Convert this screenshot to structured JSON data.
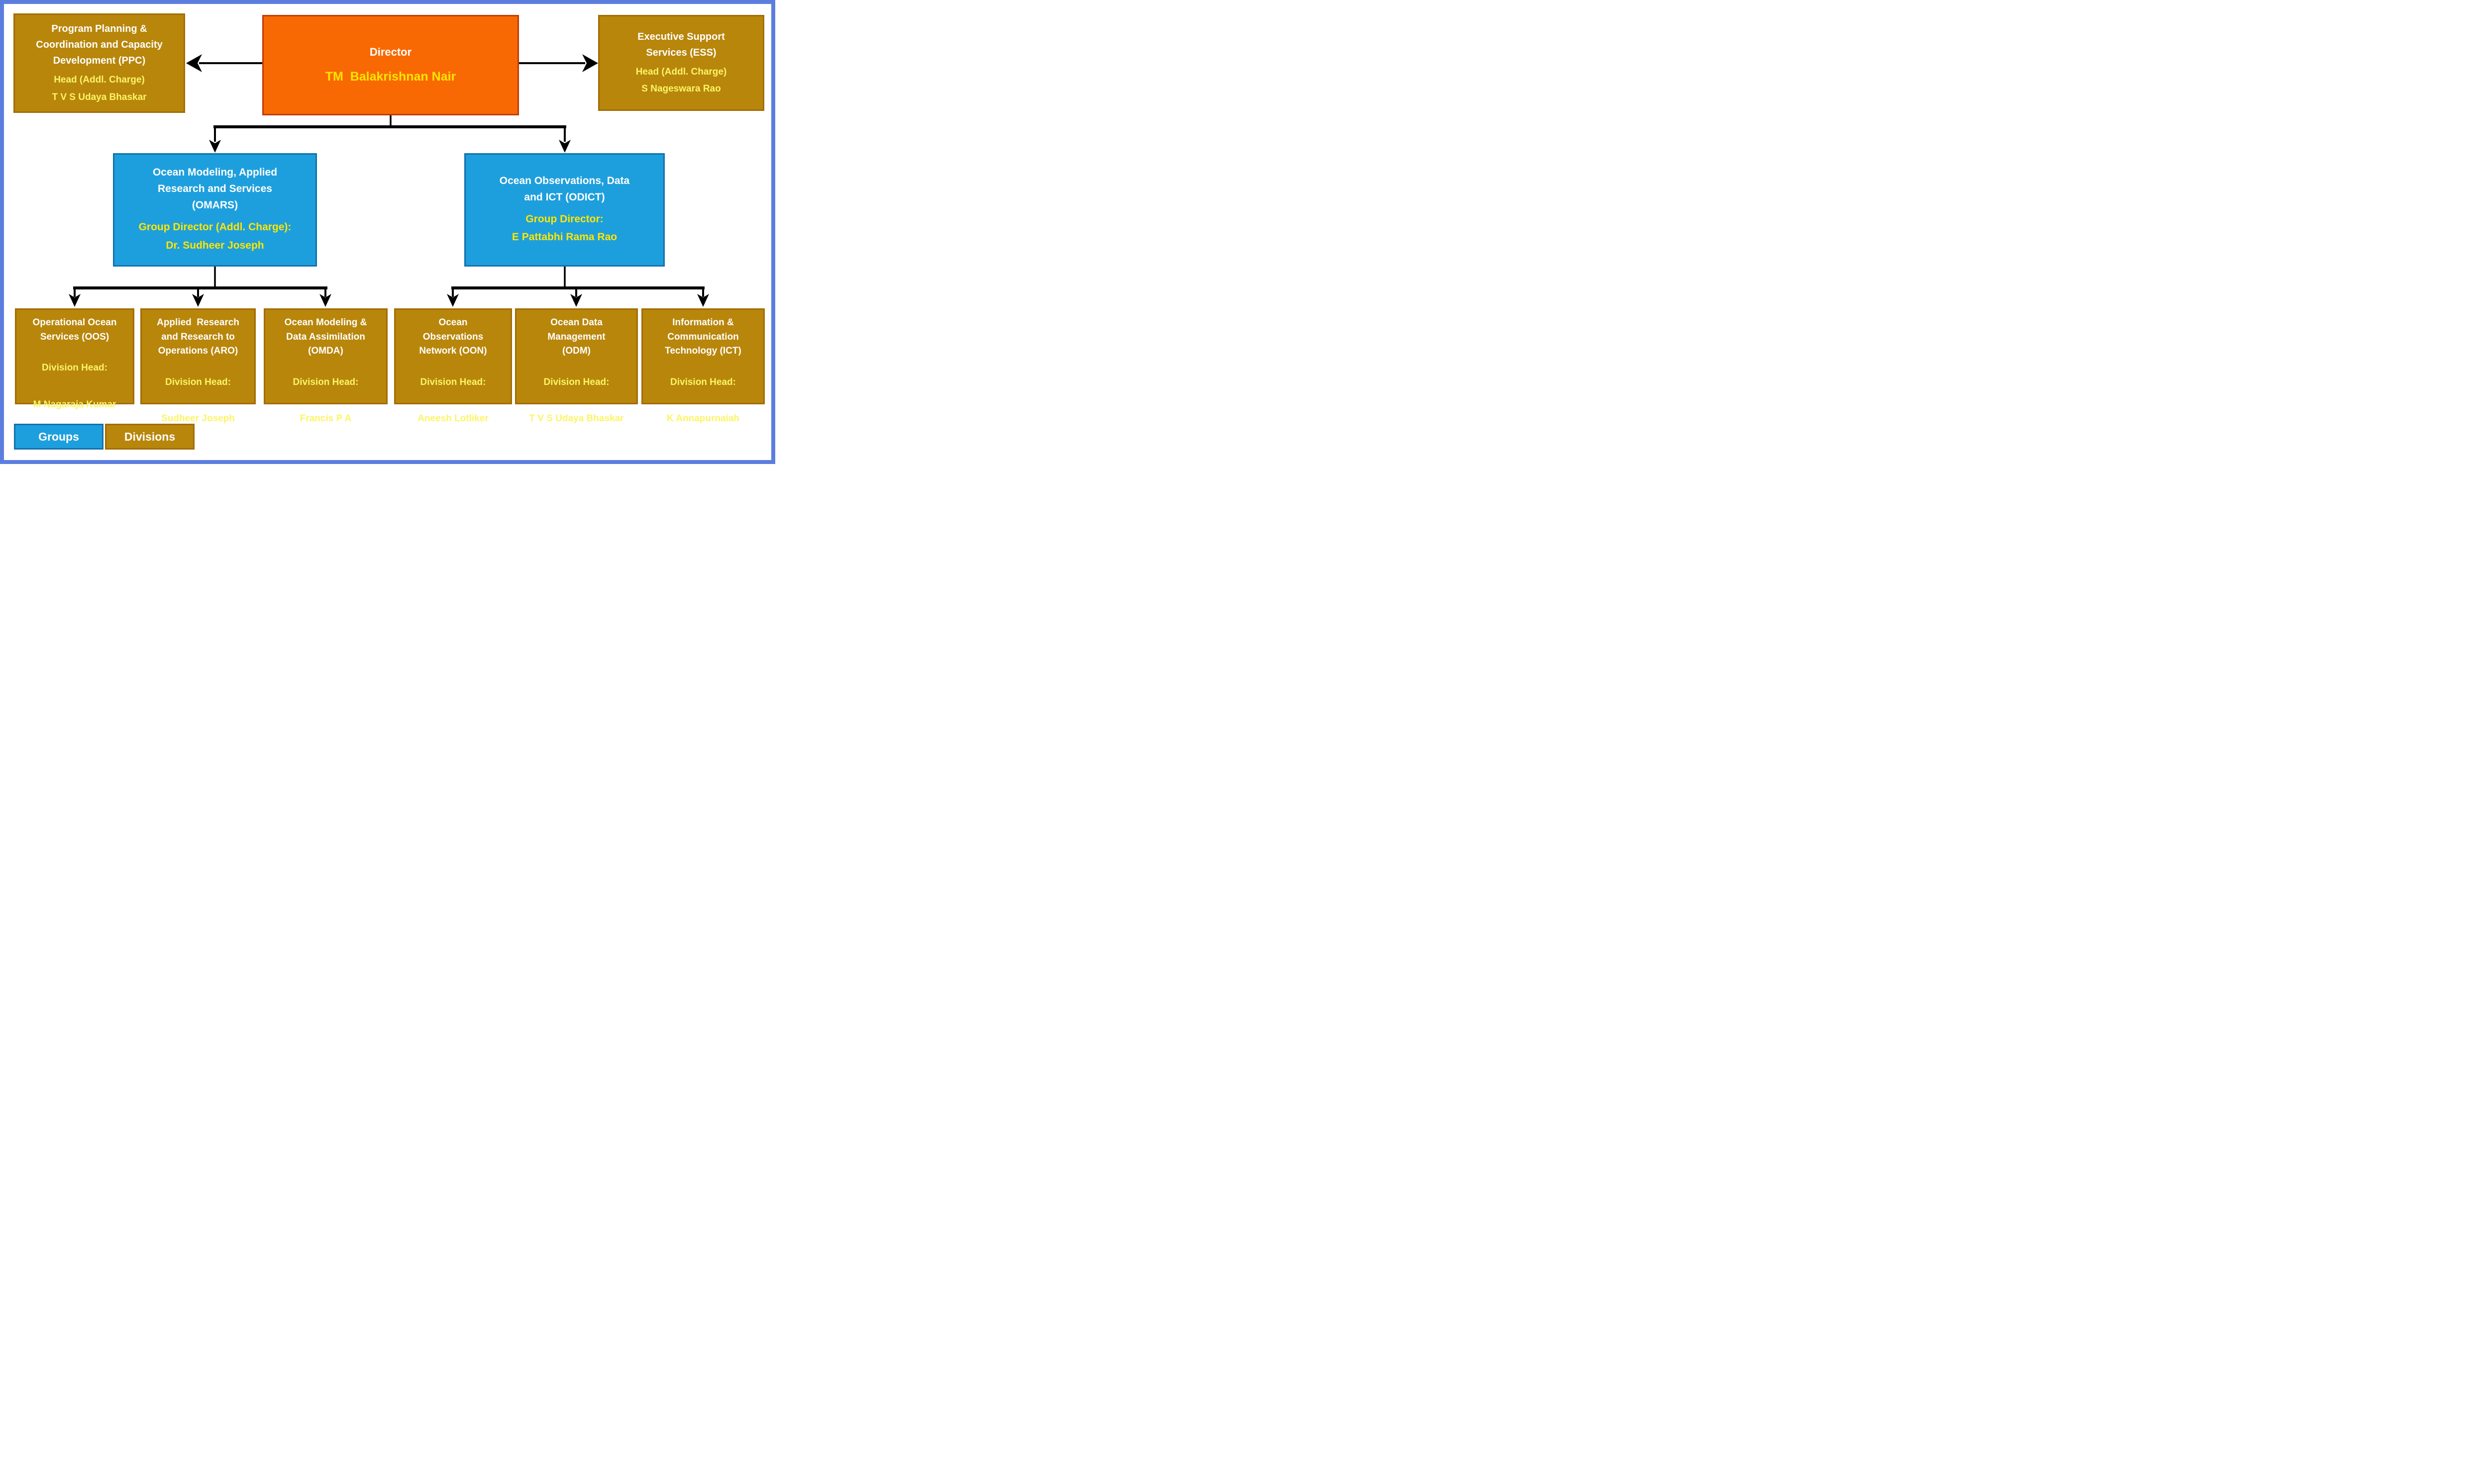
{
  "colors": {
    "frame": "#5b7ede",
    "director-fill": "#f86903",
    "director-border": "#c23b07",
    "group-fill": "#1e9fdd",
    "group-border": "#1371ad",
    "division-fill": "#b8860b",
    "division-border": "#a26c00",
    "title-text": "#ffffff",
    "accent-yellow": "#ffe600",
    "pale-yellow": "#fbf566"
  },
  "director": {
    "title": "Director",
    "name": "TM  Balakrishnan Nair"
  },
  "side_units": [
    {
      "title": "Program Planning &\nCoordination and Capacity\nDevelopment (PPC)",
      "role": "Head (Addl. Charge)",
      "name": "T V S Udaya Bhaskar"
    },
    {
      "title": "Executive Support\nServices (ESS)",
      "role": "Head (Addl. Charge)",
      "name": "S Nageswara Rao"
    }
  ],
  "groups": [
    {
      "title": "Ocean Modeling, Applied\nResearch and Services\n(OMARS)",
      "role": "Group Director (Addl. Charge):",
      "name": "Dr. Sudheer Joseph"
    },
    {
      "title": "Ocean Observations, Data\nand ICT (ODICT)",
      "role": "Group Director:",
      "name": "E Pattabhi Rama Rao"
    }
  ],
  "divisions": [
    {
      "title": "Operational Ocean\nServices (OOS)",
      "role": "Division Head:",
      "name": "M Nagaraja Kumar"
    },
    {
      "title": "Applied  Research\nand Research to\nOperations (ARO)",
      "role": "Division Head:",
      "name": "Sudheer Joseph"
    },
    {
      "title": "Ocean Modeling &\nData Assimilation\n(OMDA)",
      "role": "Division Head:",
      "name": "Francis P A"
    },
    {
      "title": "Ocean\nObservations\nNetwork (OON)",
      "role": "Division Head:",
      "name": "Aneesh Lotliker"
    },
    {
      "title": "Ocean Data\nManagement\n(ODM)",
      "role": "Division Head:",
      "name": "T V S Udaya Bhaskar"
    },
    {
      "title": "Information &\nCommunication\nTechnology (ICT)",
      "role": "Division Head:",
      "name": "K Annapurnaiah"
    }
  ],
  "legend": {
    "groups": "Groups",
    "divisions": "Divisions"
  }
}
